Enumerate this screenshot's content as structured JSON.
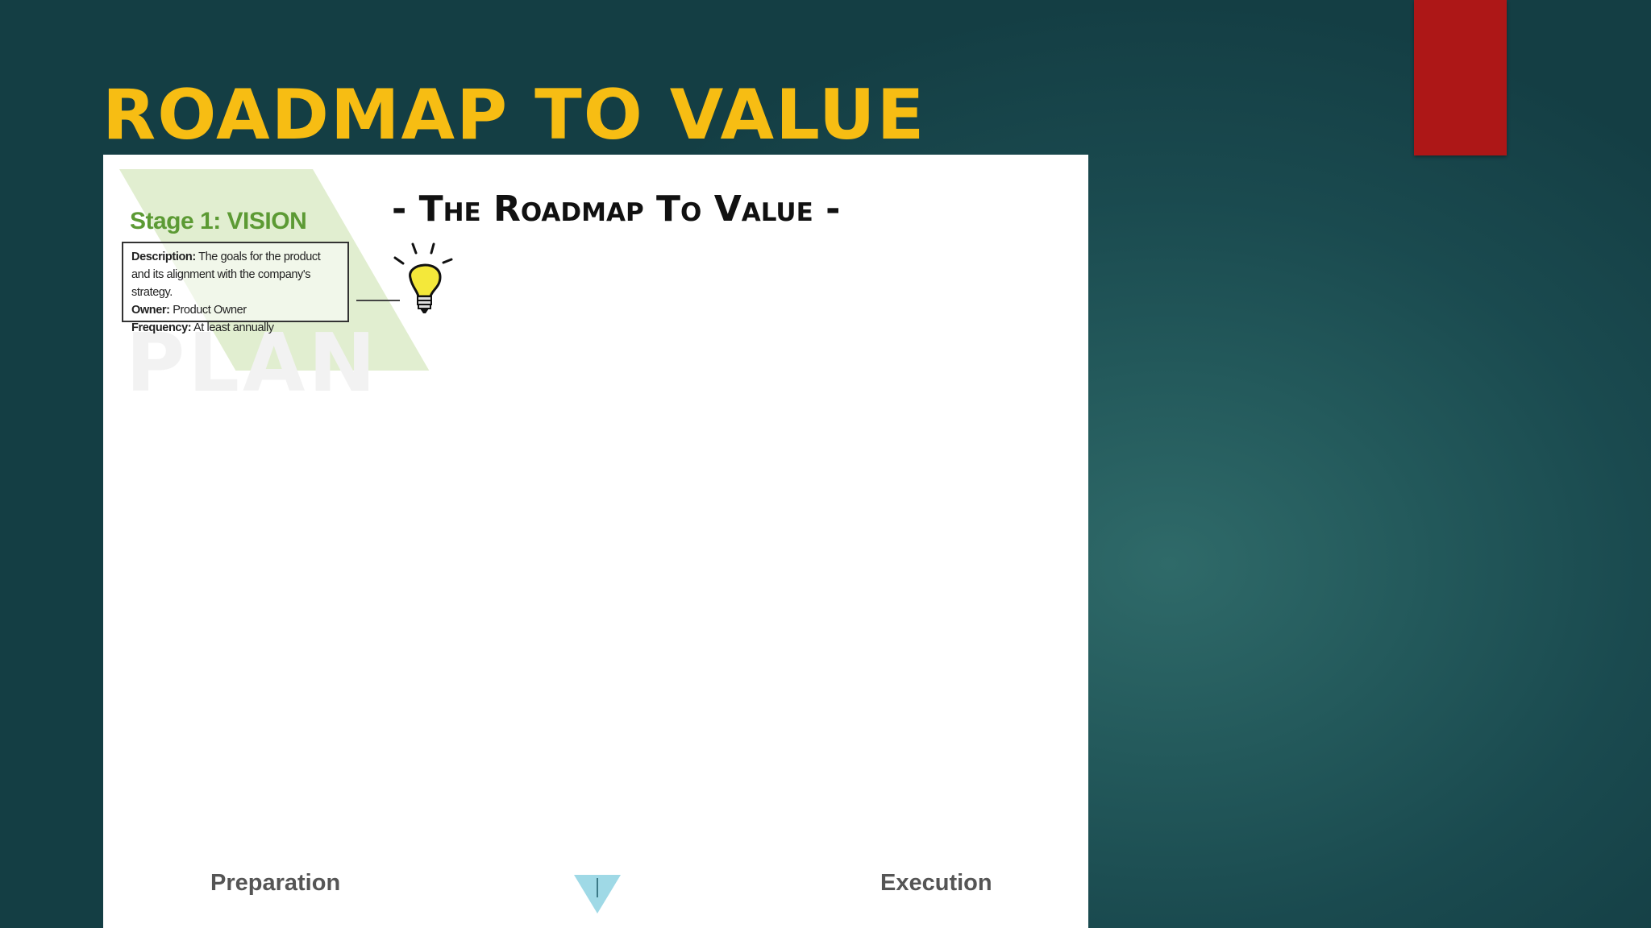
{
  "slide": {
    "title": "ROADMAP TO VALUE"
  },
  "diagram": {
    "heading": "- The Roadmap To Value -",
    "stage": {
      "title": "Stage 1: VISION",
      "description_label": "Description:",
      "description_text": "The goals for the product and its alignment with the company's strategy.",
      "owner_label": "Owner:",
      "owner_text": "Product Owner",
      "frequency_label": "Frequency:",
      "frequency_text": "At least annually"
    },
    "watermark": "PLAN",
    "phases": {
      "left": "Preparation",
      "right": "Execution"
    },
    "icons": {
      "stage_icon": "lightbulb-icon",
      "phase_marker": "down-arrow-icon"
    }
  },
  "colors": {
    "background": "#1e5255",
    "title": "#f7bd13",
    "accent_tab": "#ad1717",
    "stage_green": "#5c9a34"
  }
}
